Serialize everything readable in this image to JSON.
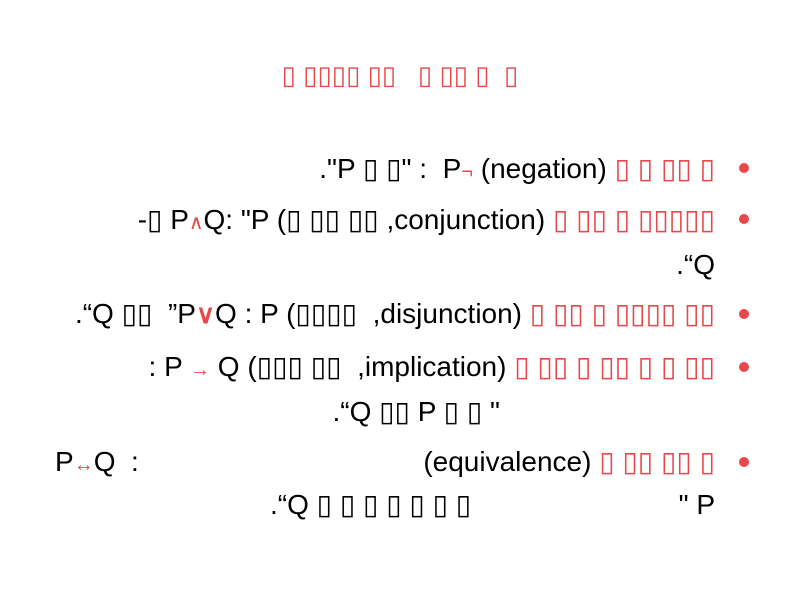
{
  "title": "▯ ▯▯▯▯ ▯▯   ▯ ▯▯ ▯  ▯",
  "colors": {
    "accent": "#e8474b",
    "text": "#000000"
  },
  "bullets": [
    {
      "a": ".\"P ▯ ▯\" :  P",
      "op": "¬",
      "b": " (negation) ",
      "heb": "▯ ▯ ▯▯ ▯"
    },
    {
      "a": "-▯ P",
      "op": "∧",
      "b": "Q: \"P (▯ ▯▯ ▯▯ ,conjunction) ",
      "heb": "▯ ▯▯ ▯ ▯▯▯▯▯",
      "cont": ".“Q"
    },
    {
      "a": ".“Q ▯▯  ”P",
      "op": "∨",
      "b": "Q : P (▯▯▯▯  ,disjunction) ",
      "heb": "▯ ▯▯ ▯ ▯▯▯▯ ▯▯"
    },
    {
      "a": ": P ",
      "op": "→",
      "b": " Q (▯▯▯ ▯▯  ,implication) ",
      "heb": "▯ ▯▯ ▯ ▯▯ ▯ ▯ ▯▯",
      "cont": ".“Q ▯▯  P ▯ ▯ \""
    },
    {
      "left_a": "P",
      "op": "↔",
      "left_b": "Q  :",
      "b": "(equivalence) ",
      "heb": "▯ ▯▯ ▯▯ ▯",
      "cont_left": ".“Q ▯ ▯  ▯ ▯ ▯ ▯ ▯",
      "cont_right": "\" P"
    }
  ]
}
